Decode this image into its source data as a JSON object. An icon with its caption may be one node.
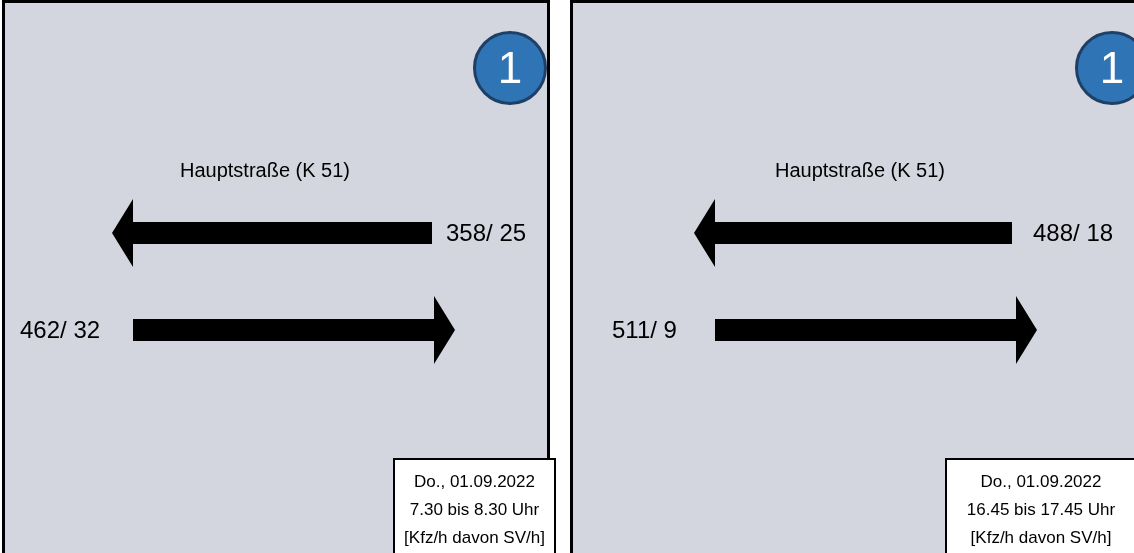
{
  "diagram": {
    "nodes": [
      {
        "text": [],
        "shape": "box"
      },
      {
        "text": [
          "1"
        ],
        "in": 0
      },
      {
        "text": [
          "Do., 01.09.2022",
          "7.30 bis 8.30 Uhr",
          "[Kfz/h davon SV/h]"
        ],
        "in": 0
      },
      {
        "text": [],
        "shape": "box"
      },
      {
        "text": [
          "1"
        ],
        "in": 3
      },
      {
        "text": [
          "Do., 01.09.2022",
          "16.45 bis 17.45 Uhr",
          "[Kfz/h davon SV/h]"
        ],
        "in": 3
      }
    ],
    "labels": [
      "Hauptstraße (K 51)",
      "358/ 25",
      "462/ 32",
      "Hauptstraße (K 51)",
      "488/ 18",
      "511/ 9"
    ]
  }
}
